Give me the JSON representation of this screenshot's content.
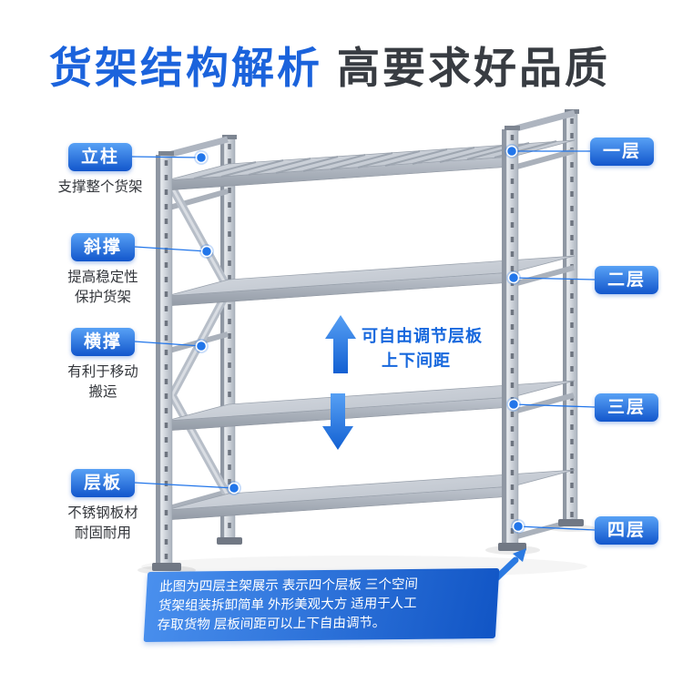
{
  "title": {
    "left": "货架结构解析",
    "right": "高要求好品质"
  },
  "left_callouts": [
    {
      "label": "立柱",
      "desc": "支撑整个货架"
    },
    {
      "label": "斜撑",
      "desc": "提高稳定性\n保护货架"
    },
    {
      "label": "横撑",
      "desc": "有利于移动\n搬运"
    },
    {
      "label": "层板",
      "desc": "不锈钢板材\n耐固耐用"
    }
  ],
  "right_callouts": [
    {
      "label": "一层"
    },
    {
      "label": "二层"
    },
    {
      "label": "三层"
    },
    {
      "label": "四层"
    }
  ],
  "center_note": {
    "line1": "可自由调节层板",
    "line2": "上下间距"
  },
  "footer_note": {
    "line1": "此图为四层主架展示 表示四个层板 三个空间",
    "line2": "货架组装拆卸简单 外形美观大方 适用于人工",
    "line3": "存取货物 层板间距可以上下自由调节。"
  },
  "colors": {
    "accent_blue": "#2276ea",
    "title_blue": "#1b63dc",
    "title_dark": "#383c42",
    "pill_gradient_top": "#58a1f5",
    "pill_gradient_bottom": "#1256cc",
    "banner_gradient_start": "#4a90ee",
    "banner_gradient_end": "#1155c5",
    "metal_light": "#eceff2",
    "metal_mid": "#b6bcc6",
    "metal_dark": "#8f97a3"
  }
}
